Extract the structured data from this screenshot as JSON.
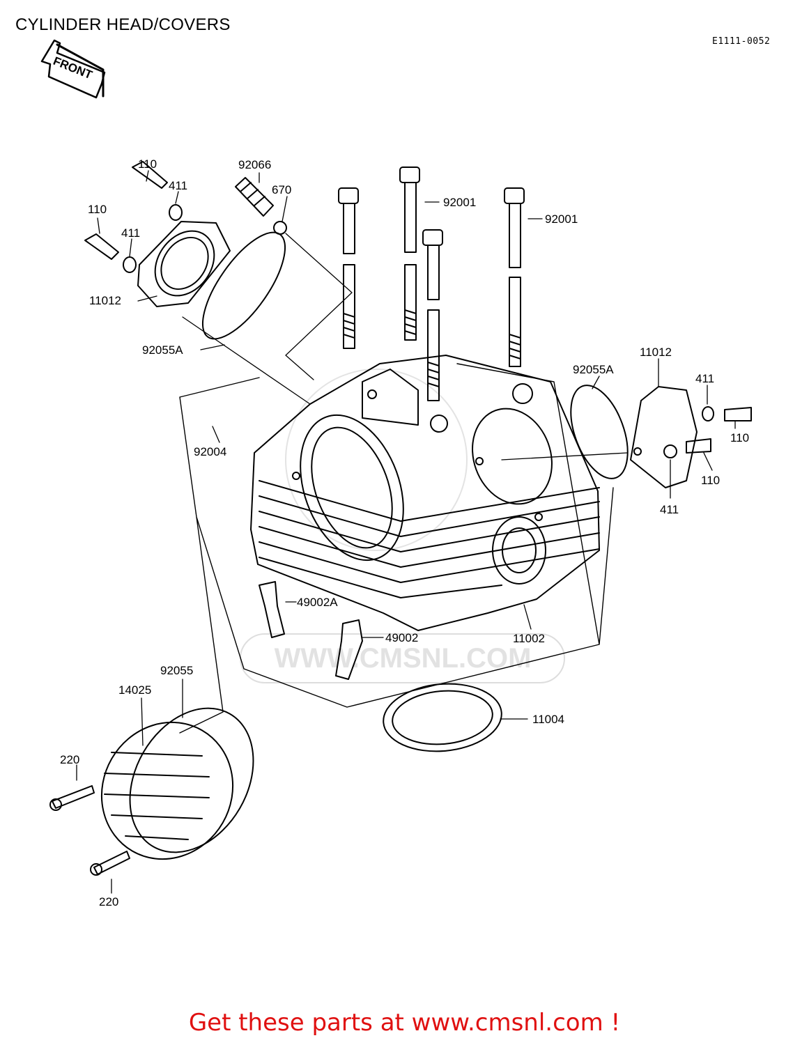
{
  "title": "CYLINDER HEAD/COVERS",
  "diagram_code": "E1111-0052",
  "front_label": "FRONT",
  "watermark": "WWW.CMSNL.COM",
  "footer_cta": "Get these parts at www.cmsnl.com !",
  "part_labels": {
    "bolt_110_top": "110",
    "washer_411_top": "411",
    "bolt_110_left": "110",
    "washer_411_left": "411",
    "cover_11012_left": "11012",
    "oring_92055A_left": "92055A",
    "fitting_92066": "92066",
    "oring_670": "670",
    "stud_92001_a": "92001",
    "stud_92001_b": "92001",
    "pin_92004": "92004",
    "oring_92055A_right": "92055A",
    "cover_11012_right": "11012",
    "washer_411_right_top": "411",
    "bolt_110_right_top": "110",
    "bolt_110_right_bottom": "110",
    "washer_411_right_bottom": "411",
    "guide_49002A": "49002A",
    "guide_49002": "49002",
    "head_11002": "11002",
    "gasket_11004": "11004",
    "oring_92055": "92055",
    "cap_14025": "14025",
    "screw_220_top": "220",
    "screw_220_bottom": "220"
  }
}
